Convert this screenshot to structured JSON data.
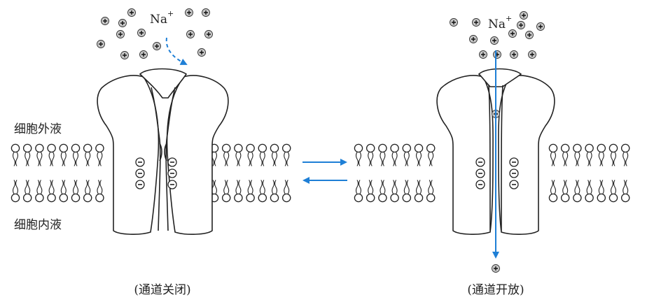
{
  "labels": {
    "extracellular": "细胞外液",
    "intracellular": "细胞内液",
    "ion": "Na",
    "ion_charge": "+",
    "closed_caption": "(通道关闭)",
    "open_caption": "(通道开放)"
  },
  "colors": {
    "arrow": "#1e7fd6",
    "line": "#222222",
    "ion_fill": "#c8c8c8"
  }
}
